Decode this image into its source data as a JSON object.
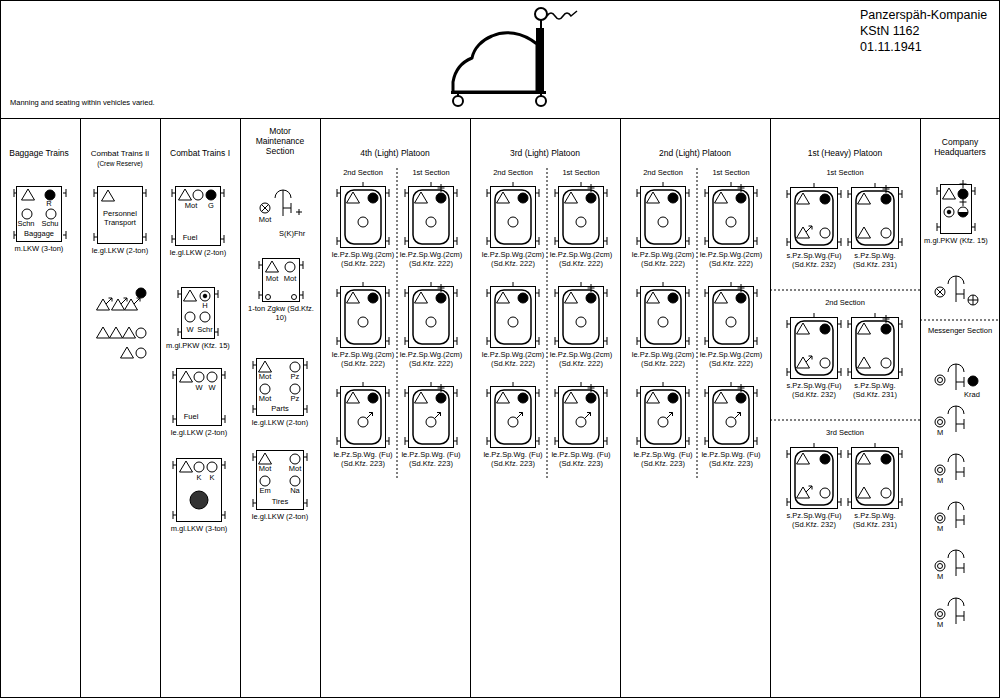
{
  "diagram": {
    "title": "Panzerspäh-Kompanie",
    "nodes": [
      {
        "text": [
          "Baggage Trains"
        ]
      },
      {
        "text": [
          "R",
          "Schn",
          "Schu",
          "Baggage",
          "m.LKW (3-ton)"
        ],
        "in": 0
      },
      {
        "text": [
          "Combat Trains II",
          "(Crew Reserve)"
        ]
      },
      {
        "text": [
          "Personnel Transport",
          "le.gl.LKW (2-ton)"
        ],
        "in": 2
      },
      {
        "text": [
          "Combat Trains I"
        ]
      },
      {
        "text": [
          "Mot",
          "G",
          "Fuel",
          "le.gl.LKW (2-ton)"
        ],
        "in": 4
      },
      {
        "text": [
          "H",
          "W",
          "Schr",
          "m.gl.PKW (Kfz. 15)"
        ],
        "in": 4
      },
      {
        "text": [
          "W",
          "W",
          "Fuel",
          "le.gl.LKW (2-ton)"
        ],
        "in": 4
      },
      {
        "text": [
          "K",
          "K",
          "m.gl.LKW (3-ton)"
        ],
        "in": 4
      },
      {
        "text": [
          "Motor Maintenance Section"
        ]
      },
      {
        "text": [
          "Mot",
          "Mot",
          "1-ton Zgkw (Sd.Kfz. 10)"
        ],
        "in": 9
      },
      {
        "text": [
          "Mot",
          "Pz",
          "Mot",
          "Pz",
          "Parts",
          "le.gl.LKW (2-ton)"
        ],
        "in": 9
      },
      {
        "text": [
          "Mot",
          "Mot",
          "Em",
          "Na",
          "Tires",
          "le.gl.LKW (2-ton)"
        ],
        "in": 9
      },
      {
        "text": [
          "4th (Light) Platoon"
        ]
      },
      {
        "text": [
          "le.Pz.Sp.Wg.(2cm) (Sd.Kfz. 222)"
        ],
        "in": 13
      },
      {
        "text": [
          "le.Pz.Sp.Wg.(2cm) (Sd.Kfz. 222)"
        ],
        "in": 13
      },
      {
        "text": [
          "le.Pz.Sp.Wg.(2cm) (Sd.Kfz. 222)"
        ],
        "in": 13
      },
      {
        "text": [
          "le.Pz.Sp.Wg.(2cm) (Sd.Kfz. 222)"
        ],
        "in": 13
      },
      {
        "text": [
          "le.Pz.Sp.Wg. (Fu) (Sd.Kfz. 223)"
        ],
        "in": 13
      },
      {
        "text": [
          "le.Pz.Sp.Wg. (Fu) (Sd.Kfz. 223)"
        ],
        "in": 13
      },
      {
        "text": [
          "3rd (Light) Platoon"
        ]
      },
      {
        "text": [
          "le.Pz.Sp.Wg.(2cm) (Sd.Kfz. 222)"
        ],
        "in": 20
      },
      {
        "text": [
          "le.Pz.Sp.Wg.(2cm) (Sd.Kfz. 222)"
        ],
        "in": 20
      },
      {
        "text": [
          "le.Pz.Sp.Wg.(2cm) (Sd.Kfz. 222)"
        ],
        "in": 20
      },
      {
        "text": [
          "le.Pz.Sp.Wg.(2cm) (Sd.Kfz. 222)"
        ],
        "in": 20
      },
      {
        "text": [
          "le.Pz.Sp.Wg. (Fu) (Sd.Kfz. 223)"
        ],
        "in": 20
      },
      {
        "text": [
          "le.Pz.Sp.Wg. (Fu) (Sd.Kfz. 223)"
        ],
        "in": 20
      },
      {
        "text": [
          "2nd (Light) Platoon"
        ]
      },
      {
        "text": [
          "le.Pz.Sp.Wg.(2cm) (Sd.Kfz. 222)"
        ],
        "in": 27
      },
      {
        "text": [
          "le.Pz.Sp.Wg.(2cm) (Sd.Kfz. 222)"
        ],
        "in": 27
      },
      {
        "text": [
          "le.Pz.Sp.Wg.(2cm) (Sd.Kfz. 222)"
        ],
        "in": 27
      },
      {
        "text": [
          "le.Pz.Sp.Wg.(2cm) (Sd.Kfz. 222)"
        ],
        "in": 27
      },
      {
        "text": [
          "le.Pz.Sp.Wg. (Fu) (Sd.Kfz. 223)"
        ],
        "in": 27
      },
      {
        "text": [
          "le.Pz.Sp.Wg. (Fu) (Sd.Kfz. 223)"
        ],
        "in": 27
      },
      {
        "text": [
          "1st (Heavy) Platoon"
        ]
      },
      {
        "text": [
          "s.Pz.Sp.Wg.(Fu) (Sd.Kfz. 232)"
        ],
        "in": 34
      },
      {
        "text": [
          "s.Pz.Sp.Wg. (Sd.Kfz. 231)"
        ],
        "in": 34
      },
      {
        "text": [
          "s.Pz.Sp.Wg.(Fu) (Sd.Kfz. 232)"
        ],
        "in": 34
      },
      {
        "text": [
          "s.Pz.Sp.Wg. (Sd.Kfz. 231)"
        ],
        "in": 34
      },
      {
        "text": [
          "s.Pz.Sp.Wg.(Fu) (Sd.Kfz. 232)"
        ],
        "in": 34
      },
      {
        "text": [
          "s.Pz.Sp.Wg. (Sd.Kfz. 231)"
        ],
        "in": 34
      },
      {
        "text": [
          "Company Headquarters"
        ]
      },
      {
        "text": [
          "m.gl.PKW (Kfz. 15)"
        ],
        "in": 41
      }
    ],
    "edges": [],
    "labels": [
      "KStN 1162",
      "01.11.1941",
      "Manning and seating within vehicles varied.",
      "Mot",
      "S(K)Fhr",
      "2nd Section",
      "1st Section",
      "2nd Section",
      "1st Section",
      "2nd Section",
      "1st Section",
      "1st Section",
      "2nd Section",
      "3rd Section",
      "Messenger Section",
      "Krad",
      "M",
      "M",
      "M",
      "M",
      "M"
    ]
  }
}
